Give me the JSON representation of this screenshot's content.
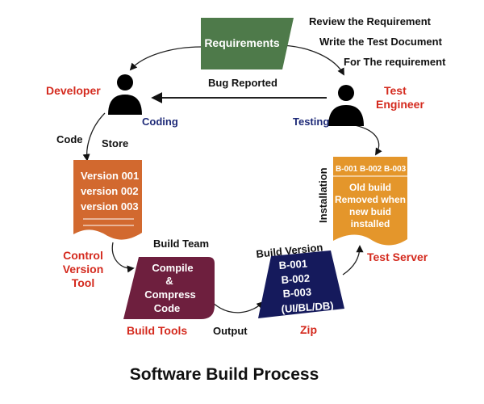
{
  "title": "Software Build Process",
  "colors": {
    "requirements": "#4e7a4a",
    "control_version": "#d2692f",
    "build_tools": "#6e1f3e",
    "zip": "#151a5c",
    "test_server": "#e4962b",
    "label_red": "#d42a1e",
    "label_navy": "#1e2a78"
  },
  "requirements": {
    "label": "Requirements",
    "notes": [
      "Review the Requirement",
      "Write the Test Document",
      "For The requirement"
    ]
  },
  "developer": {
    "role": "Developer",
    "activity": "Coding",
    "icon": "person-icon"
  },
  "test_engineer": {
    "role_line1": "Test",
    "role_line2": "Engineer",
    "activity": "Testing",
    "icon": "person-icon"
  },
  "bug_reported": "Bug Reported",
  "arrow_code": "Code",
  "arrow_store": "Store",
  "control_version": {
    "items": [
      "Version 001",
      "version 002",
      "version 003"
    ],
    "label_lines": [
      "Control",
      "Version",
      "Tool"
    ]
  },
  "build_team": "Build Team",
  "build_tools": {
    "lines": [
      "Compile",
      "&",
      "Compress",
      "Code"
    ],
    "label": "Build Tools"
  },
  "output": "Output",
  "build_version": {
    "title": "Build Version",
    "lines": [
      "B-001",
      "B-002",
      "B-003",
      "(UI/BL/DB)"
    ],
    "label": "Zip"
  },
  "installation": "Installation",
  "test_server": {
    "builds": [
      "B-001",
      "B-002",
      "B-003"
    ],
    "lines": [
      "Old build",
      "Removed when",
      "new buid",
      "installed"
    ],
    "label": "Test Server"
  }
}
